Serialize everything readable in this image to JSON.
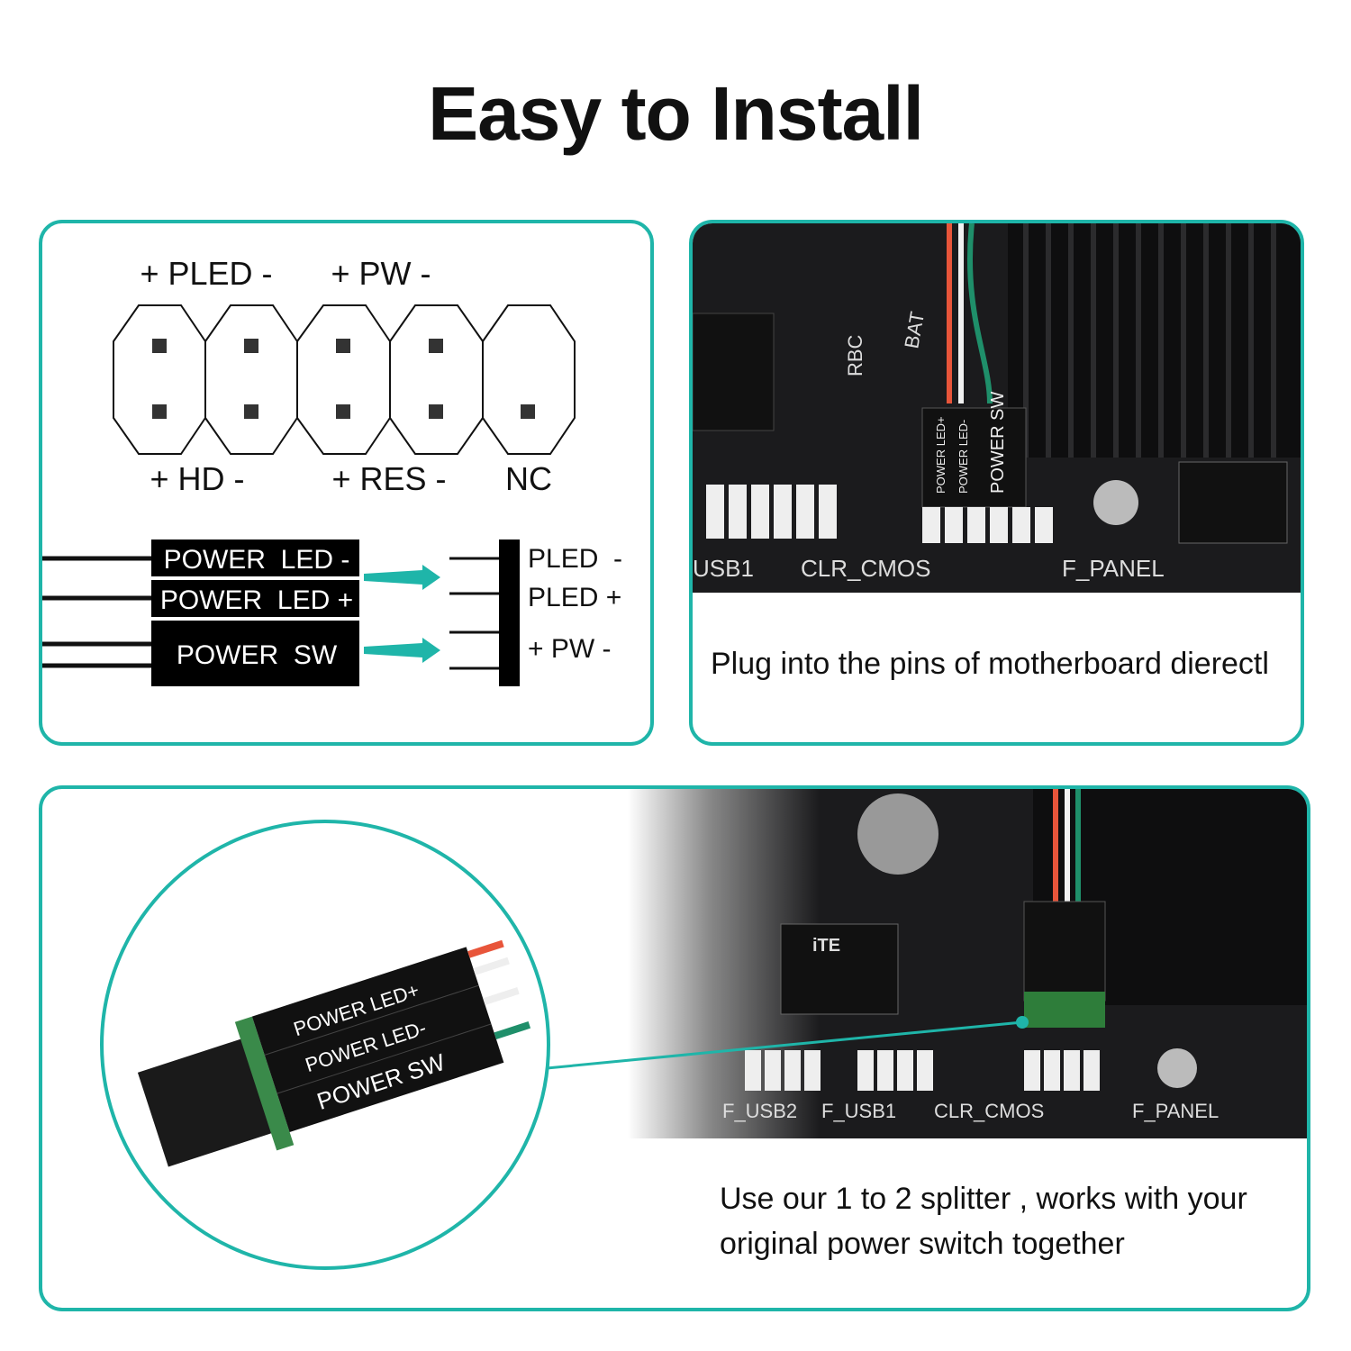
{
  "title": "Easy to Install",
  "accent_color": "#1fb5a9",
  "pin_diagram": {
    "top_labels": [
      "+ PLED -",
      "+ PW -"
    ],
    "bottom_labels": [
      "+ HD -",
      "+ RES -",
      "NC"
    ],
    "cable_labels": [
      "POWER  LED -",
      "POWER  LED +",
      "POWER  SW"
    ],
    "header_labels": [
      "PLED  -",
      "PLED +",
      "+ PW -"
    ]
  },
  "motherboard_photo_1": {
    "silkscreen": [
      "USB1",
      "CLR_CMOS",
      "F_PANEL",
      "BAT",
      "RBC",
      "POWER LED+",
      "POWER LED-",
      "POWER SW"
    ],
    "caption": "Plug into the pins of motherboard dierectl"
  },
  "splitter_panel": {
    "connector_labels": [
      "POWER LED+",
      "POWER LED-",
      "POWER SW"
    ],
    "silkscreen": [
      "F_USB2",
      "F_USB1",
      "CLR_CMOS",
      "F_PANEL",
      "iTE"
    ],
    "caption_lines": [
      "Use our 1 to 2 splitter , works with your",
      "original power switch together"
    ]
  }
}
